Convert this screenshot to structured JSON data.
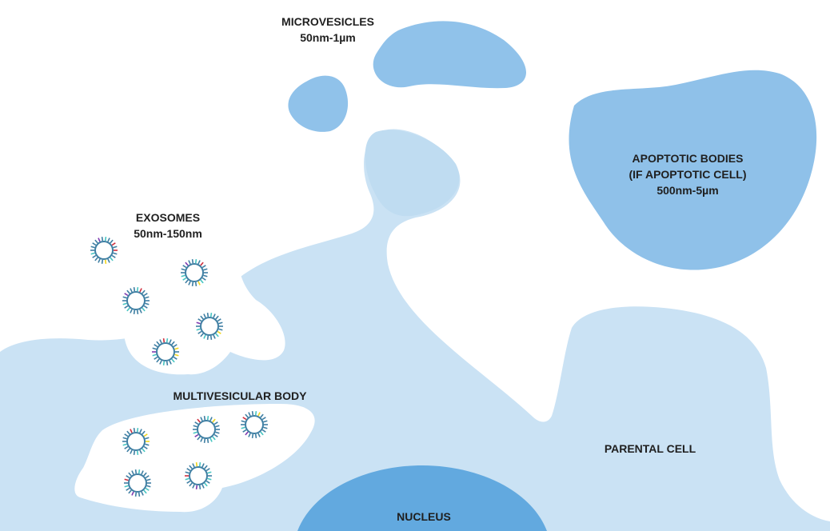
{
  "labels": {
    "microvesicles": {
      "title": "MICROVESICLES",
      "size": "50nm-1µm"
    },
    "apoptotic_bodies": {
      "title": "APOPTOTIC BODIES",
      "note": "(IF APOPTOTIC CELL)",
      "size": "500nm-5µm"
    },
    "exosomes": {
      "title": "EXOSOMES",
      "size": "50nm-150nm"
    },
    "multivesicular_body": "MULTIVESICULAR BODY",
    "parental_cell": "PARENTAL CELL",
    "nucleus": "NUCLEUS"
  },
  "colors": {
    "cell": "#cae2f4",
    "budding_vesicle": "#bfdcf1",
    "microvesicle": "#90c2ea",
    "apoptotic_body": "#8fc1e9",
    "nucleus": "#62a9df",
    "vesicle_lipid": "#3f7fa3",
    "vesicle_teal": "#48c6c2",
    "vesicle_red": "#d12f3e",
    "vesicle_yellow": "#f0d51c",
    "vesicle_purple": "#7e3ab0"
  }
}
